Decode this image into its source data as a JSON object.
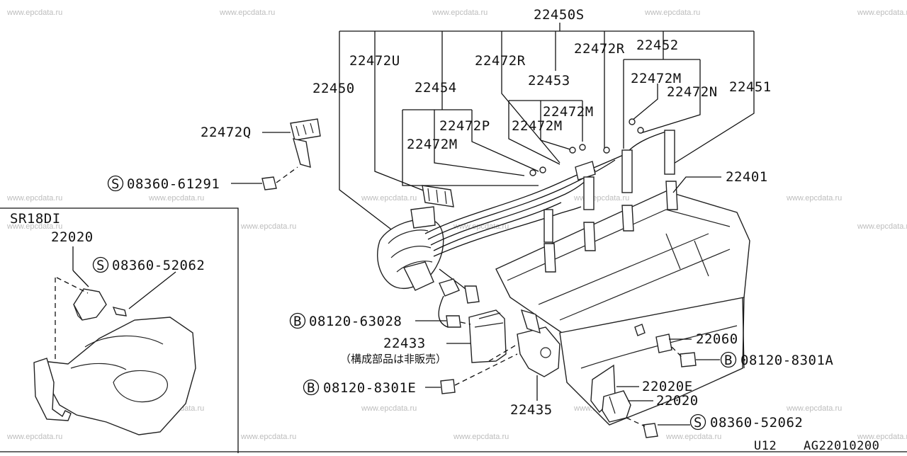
{
  "watermark": "www.epcdata.ru",
  "inset_title": "SR18DI",
  "footer": {
    "left": "U12",
    "right": "AG22010200"
  },
  "labels": {
    "l_22450S": "22450S",
    "l_22472U": "22472U",
    "l_22472R_a": "22472R",
    "l_22472R_b": "22472R",
    "l_22452": "22452",
    "l_22450": "22450",
    "l_22454": "22454",
    "l_22453": "22453",
    "l_22472M_a": "22472M",
    "l_22472N": "22472N",
    "l_22451": "22451",
    "l_22472M_b": "22472M",
    "l_22472P": "22472P",
    "l_22472M_c": "22472M",
    "l_22472M_d": "22472M",
    "l_22472Q": "22472Q",
    "l_s1": "08360-61291",
    "l_22401": "22401",
    "l_22020_inset": "22020",
    "l_s2": "08360-52062",
    "l_b1": "08120-63028",
    "l_22060": "22060",
    "l_22433": "22433",
    "l_note": "（構成部品は非販売）",
    "l_b2": "08120-8301A",
    "l_22020E": "22020E",
    "l_b3": "08120-8301E",
    "l_22020": "22020",
    "l_22435": "22435",
    "l_s3": "08360-52062"
  },
  "badges": {
    "s": "S",
    "b": "B"
  }
}
